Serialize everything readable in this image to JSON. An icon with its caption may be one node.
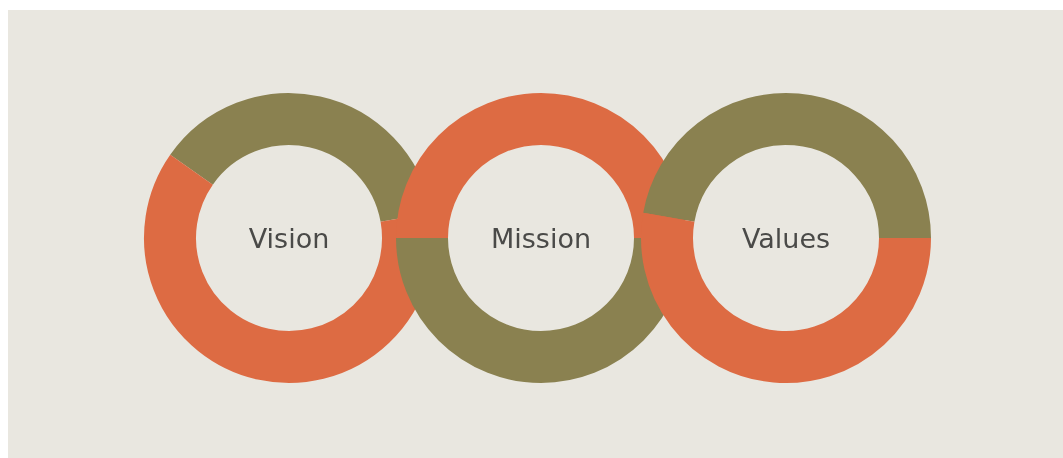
{
  "diagram": {
    "nodes": [
      {
        "text": [
          "Vision"
        ]
      },
      {
        "text": [
          "Mission"
        ]
      },
      {
        "text": [
          "Values"
        ]
      }
    ]
  }
}
